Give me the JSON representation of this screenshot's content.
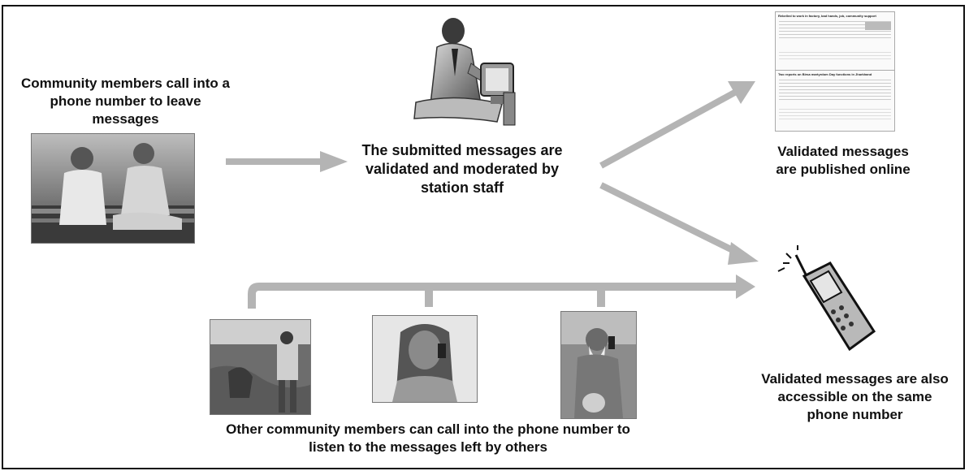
{
  "diagram": {
    "source_caption": "Community members call into a phone number to leave messages",
    "moderation_caption": "The  submitted messages are validated and moderated by station staff",
    "published_caption": "Validated messages are published online",
    "phone_caption": "Validated messages are also accessible on the same phone number",
    "listeners_caption": "Other community members can call into the phone number to listen to the messages left by others"
  },
  "webpage_thumbnail": {
    "post1_title": "Rebelled to work in factory, bad hands, job, community support",
    "post2_title": "Two reports on Birsa martyrdom Day functions in Jharkhand"
  },
  "colors": {
    "arrow": "#b4b4b4",
    "text": "#111111",
    "frame": "#111111"
  },
  "icons": [
    "staff-at-computer-icon",
    "mobile-phone-icon"
  ]
}
